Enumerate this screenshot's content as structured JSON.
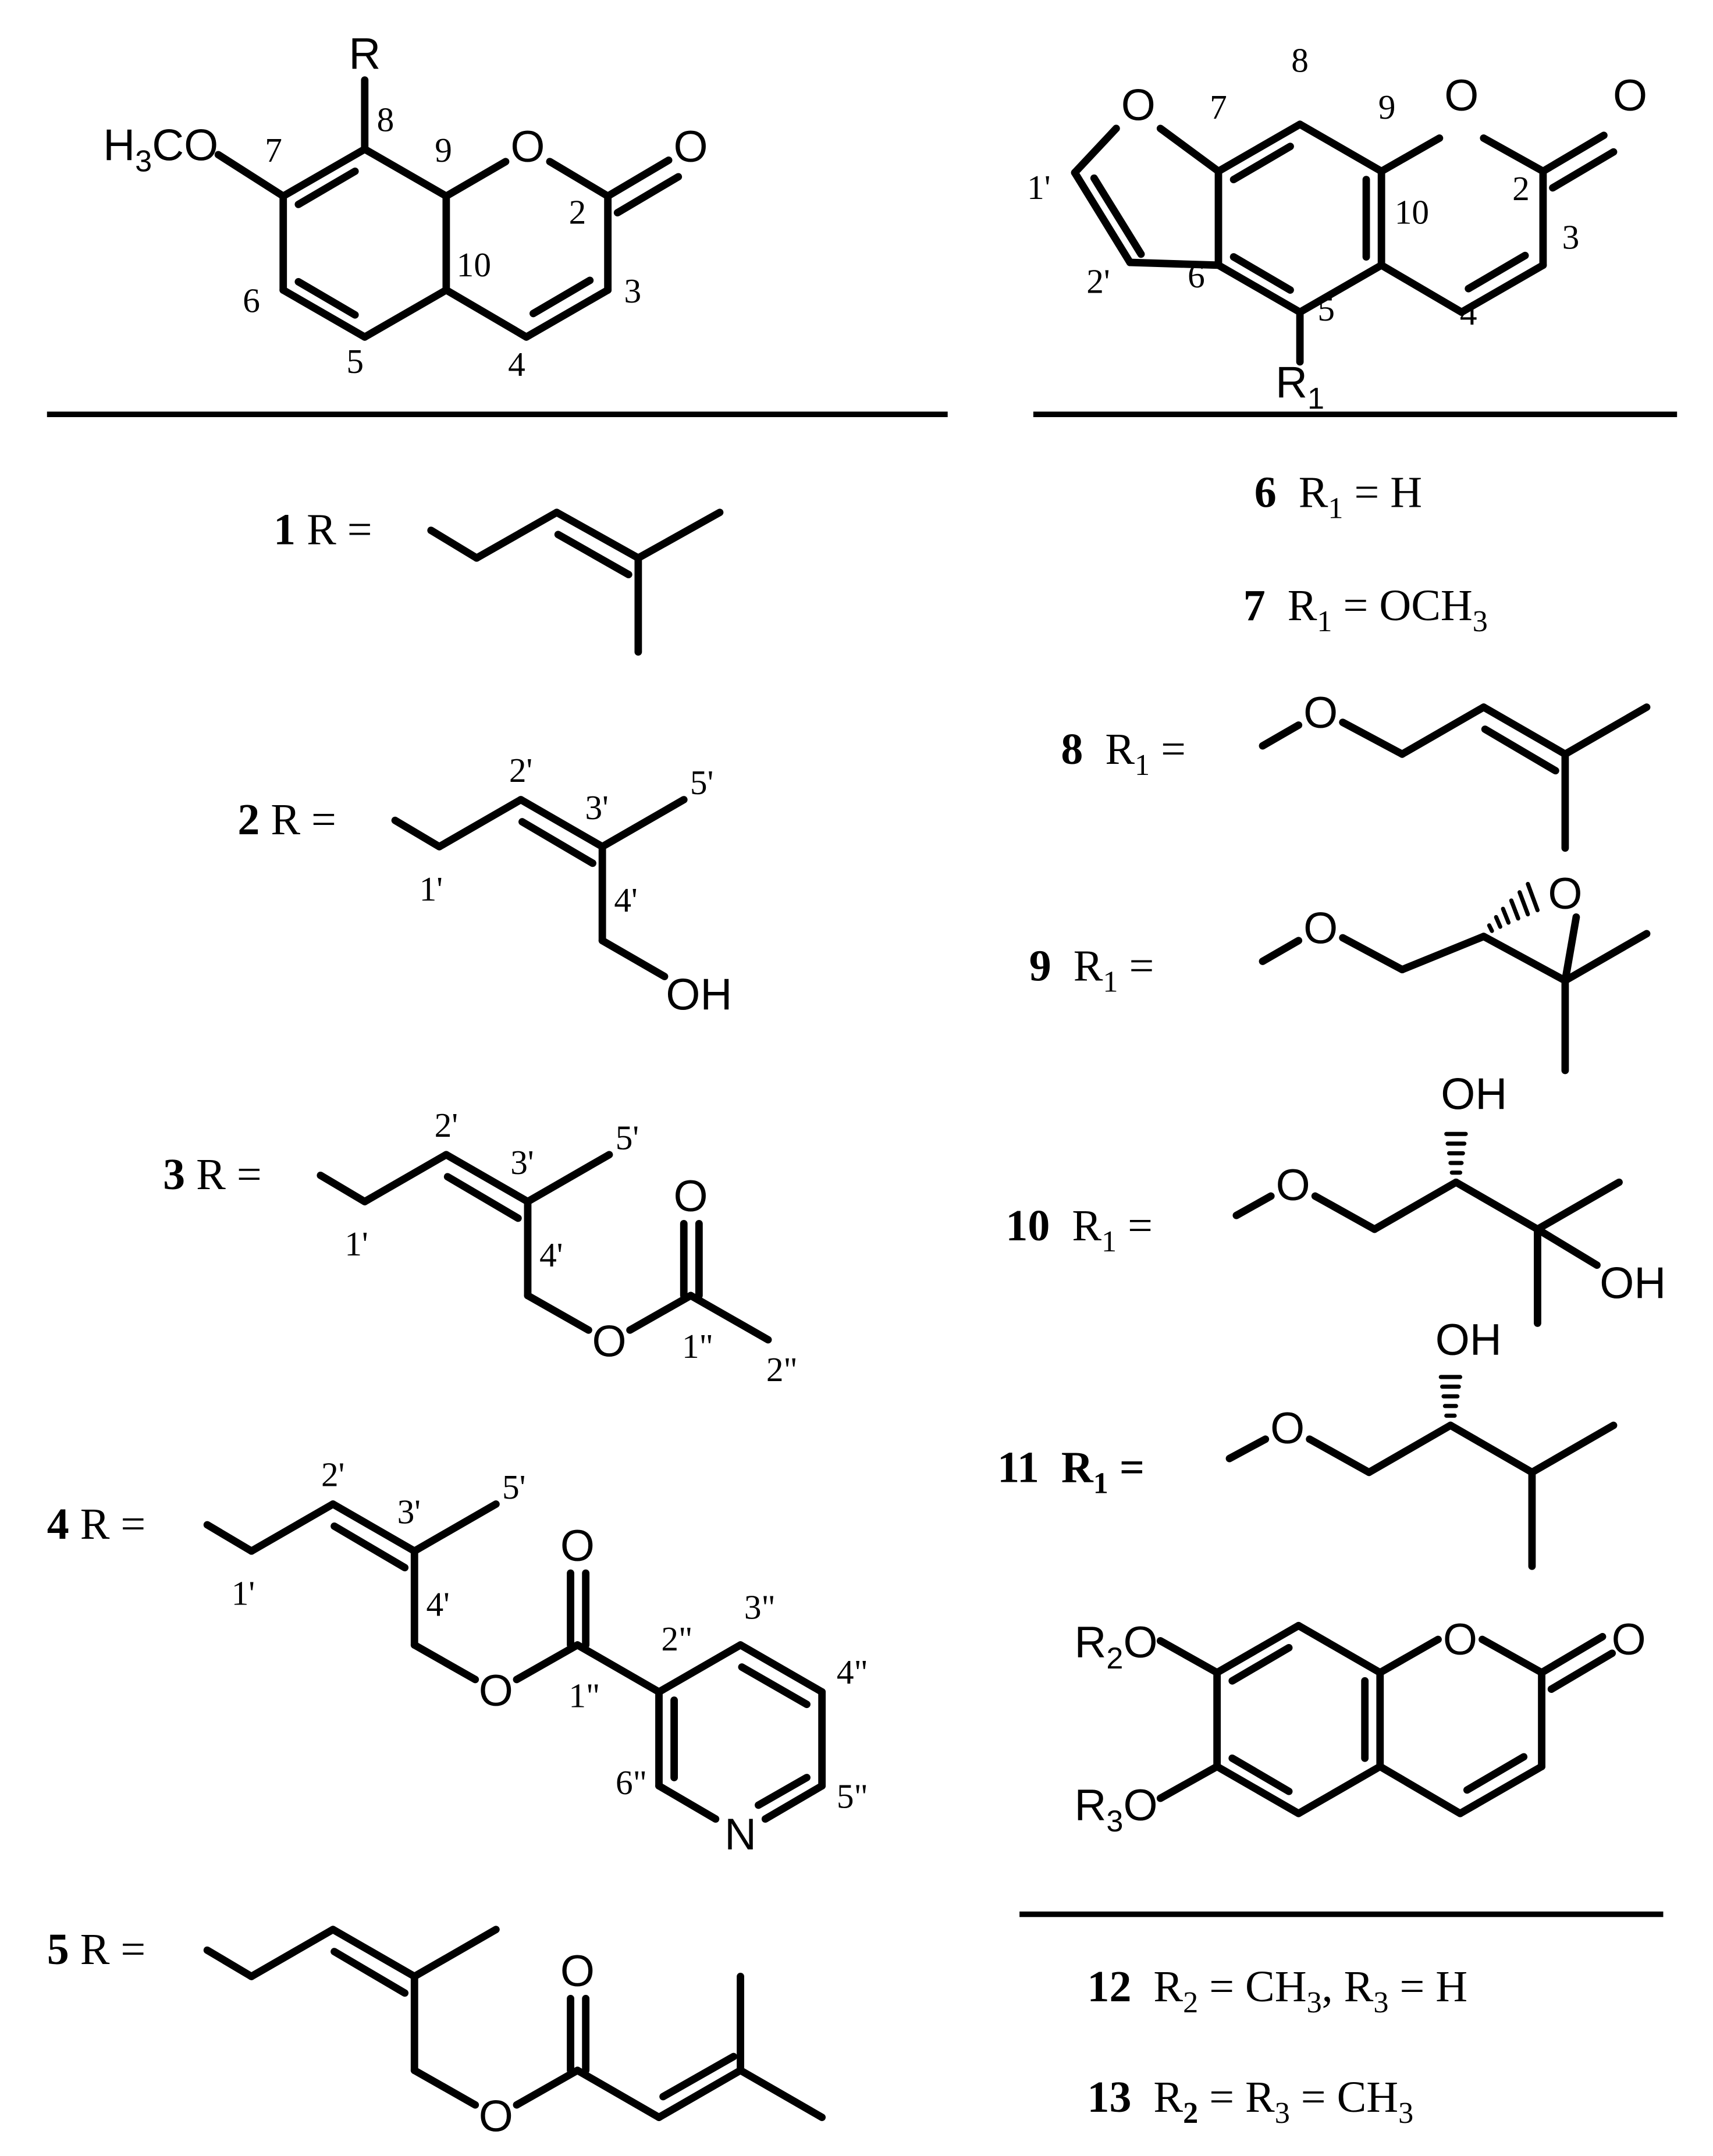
{
  "scaffold_a": {
    "substituent": "R",
    "methoxy": {
      "main": "H",
      "sub": "3",
      "tail": "CO"
    },
    "ring_o": "O",
    "carbonyl_o": "O",
    "locants": [
      "7",
      "8",
      "9",
      "2",
      "10",
      "3",
      "6",
      "5",
      "4"
    ]
  },
  "scaffold_b": {
    "furan_o": "O",
    "ring_o": "O",
    "carbonyl_o": "O",
    "substituent": {
      "main": "R",
      "sub": "1"
    },
    "locants": [
      "8",
      "7",
      "9",
      "2",
      "1'",
      "10",
      "3",
      "2'",
      "6",
      "5",
      "4"
    ]
  },
  "scaffold_c": {
    "r2o": {
      "main": "R",
      "sub": "2",
      "tail": "O"
    },
    "r3o": {
      "main": "R",
      "sub": "3",
      "tail": "O"
    },
    "ring_o": "O",
    "carbonyl_o": "O"
  },
  "compounds": [
    {
      "id": "1",
      "eq": "R ="
    },
    {
      "id": "2",
      "eq": "R =",
      "locants": [
        "2'",
        "3'",
        "5'",
        "1'",
        "4'"
      ],
      "oh": "OH"
    },
    {
      "id": "3",
      "eq": "R =",
      "locants": [
        "2'",
        "3'",
        "5'",
        "1'",
        "4'",
        "1\"",
        "2\""
      ],
      "o_carbonyl": "O",
      "o_ester": "O"
    },
    {
      "id": "4",
      "eq": "R =",
      "locants": [
        "2'",
        "3'",
        "5'",
        "1'",
        "4'",
        "3\"",
        "2\"",
        "4\"",
        "1\"",
        "6\"",
        "5\""
      ],
      "o_carbonyl": "O",
      "o_ester": "O",
      "n": "N"
    },
    {
      "id": "5",
      "eq": "R =",
      "o_carbonyl": "O",
      "o_ester": "O"
    },
    {
      "id": "6",
      "r1": {
        "main": "R",
        "sub": "1",
        "rest": " = H"
      }
    },
    {
      "id": "7",
      "r1": {
        "main": "R",
        "sub": "1",
        "rest": " = OCH",
        "sub2": "3"
      }
    },
    {
      "id": "8",
      "r1": {
        "main": "R",
        "sub": "1",
        "rest": " ="
      },
      "o1": "O"
    },
    {
      "id": "9",
      "r1": {
        "main": "R",
        "sub": "1",
        "rest": " ="
      },
      "o1": "O",
      "o_epoxide": "O"
    },
    {
      "id": "10",
      "r1": {
        "main": "R",
        "sub": "1",
        "rest": " ="
      },
      "o1": "O",
      "oh1": "OH",
      "oh2": "OH"
    },
    {
      "id": "11",
      "r1": {
        "main": "R",
        "sub": "1",
        "rest": " ="
      },
      "o1": "O",
      "oh1": "OH"
    },
    {
      "id": "12",
      "r_text": {
        "a": "R",
        "a_sub": "2",
        "b": " = CH",
        "b_sub": "3",
        "c": ",  R",
        "c_sub": "3",
        "d": " = H"
      }
    },
    {
      "id": "13",
      "r_text": {
        "a": "R",
        "a_sub": "2",
        "b": " = R",
        "b_sub": "3",
        "c": " = CH",
        "c_sub": "3"
      }
    }
  ]
}
